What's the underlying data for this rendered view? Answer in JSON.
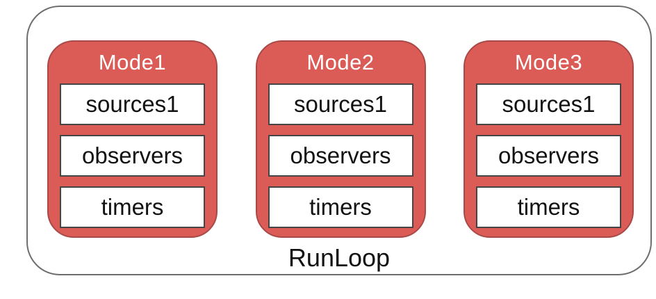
{
  "diagram": {
    "title": "RunLoop",
    "colors": {
      "outer_border": "#6e6e6e",
      "outer_bg": "#ffffff",
      "mode_fill": "#db5b56",
      "mode_border": "#a84a47",
      "mode_title_text": "#ffffff",
      "item_bg": "#ffffff",
      "item_border": "#454545",
      "item_text": "#111111",
      "title_text": "#111111"
    },
    "modes": [
      {
        "label": "Mode1",
        "items": [
          "sources1",
          "observers",
          "timers"
        ]
      },
      {
        "label": "Mode2",
        "items": [
          "sources1",
          "observers",
          "timers"
        ]
      },
      {
        "label": "Mode3",
        "items": [
          "sources1",
          "observers",
          "timers"
        ]
      }
    ]
  }
}
